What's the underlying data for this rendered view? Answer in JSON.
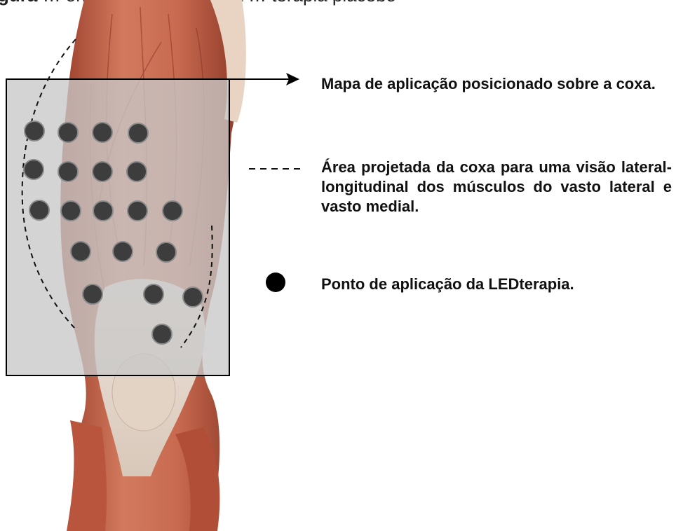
{
  "figure": {
    "caption_bold": "gura",
    "caption_rest": " … ontos de aplicação da … terapia placebo",
    "application_point_color": "#3d3d3d",
    "overlay_color": "#c8c8c8",
    "muscle_color": "#c0634a",
    "tendon_color": "#e8ddd2",
    "point_count": 20
  },
  "legend": {
    "map_text": "Mapa de aplicação posicionado sobre a coxa.",
    "area_text": "Área projetada da coxa para uma visão lateral-longitudinal dos músculos do vasto lateral e vasto medial.",
    "point_text": "Ponto de aplicação da LEDterapia."
  }
}
